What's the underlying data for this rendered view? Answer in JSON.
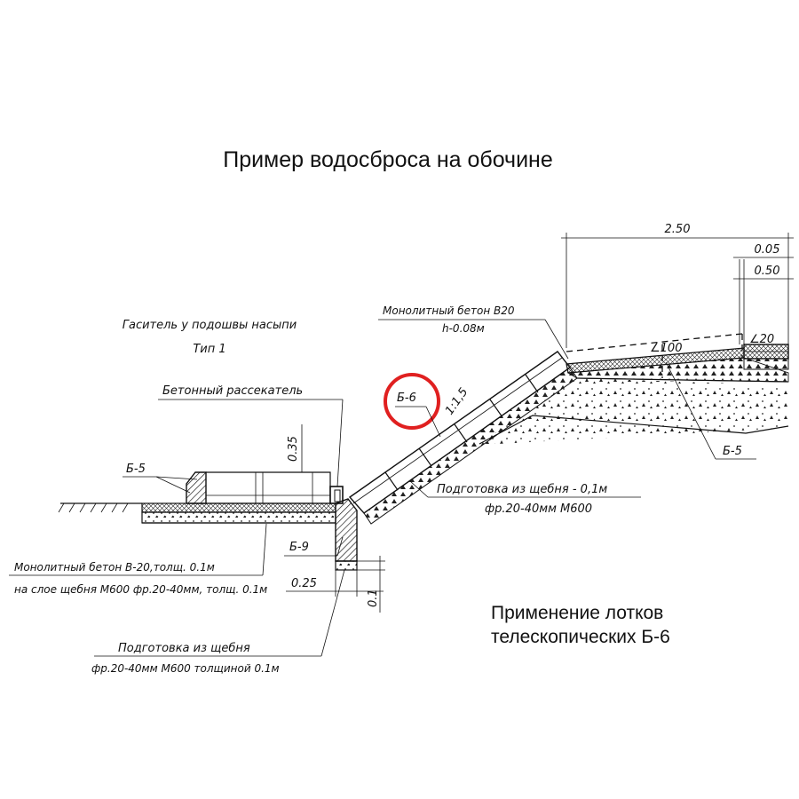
{
  "title": "Пример водосброса на обочине",
  "application_note": [
    "Применение лотков",
    "телескопических Б-6"
  ],
  "labels": {
    "damper": [
      "Гаситель у подошвы насыпи",
      "Тип 1"
    ],
    "splitter": "Бетонный рассекатель",
    "monolith_b20": [
      "Монолитный бетон В20",
      "h-0.08м"
    ],
    "b6": "Б-6",
    "slope": "1:1,5",
    "b5_left": "Б-5",
    "b5_right": "Б-5",
    "b9": "Б-9",
    "gravel_prep": [
      "Подготовка из щебня - 0,1м",
      "фр.20-40мм М600"
    ],
    "monolith_b20_base": [
      "Монолитный бетон В-20,толщ. 0.1м",
      "на слое щебня М600 фр.20-40мм, толщ. 0.1м"
    ],
    "gravel_prep_bottom": [
      "Подготовка из щебня",
      "фр.20-40мм М600 толщиной 0.1м"
    ]
  },
  "dimensions": {
    "width_total": "2.50",
    "d005": "0.05",
    "d050": "0.50",
    "angle100": "∠100",
    "angle20": "∠20",
    "h035": "0.35",
    "w025": "0.25",
    "h01": "0.1"
  },
  "colors": {
    "ink": "#111111",
    "highlight": "#e02020"
  }
}
